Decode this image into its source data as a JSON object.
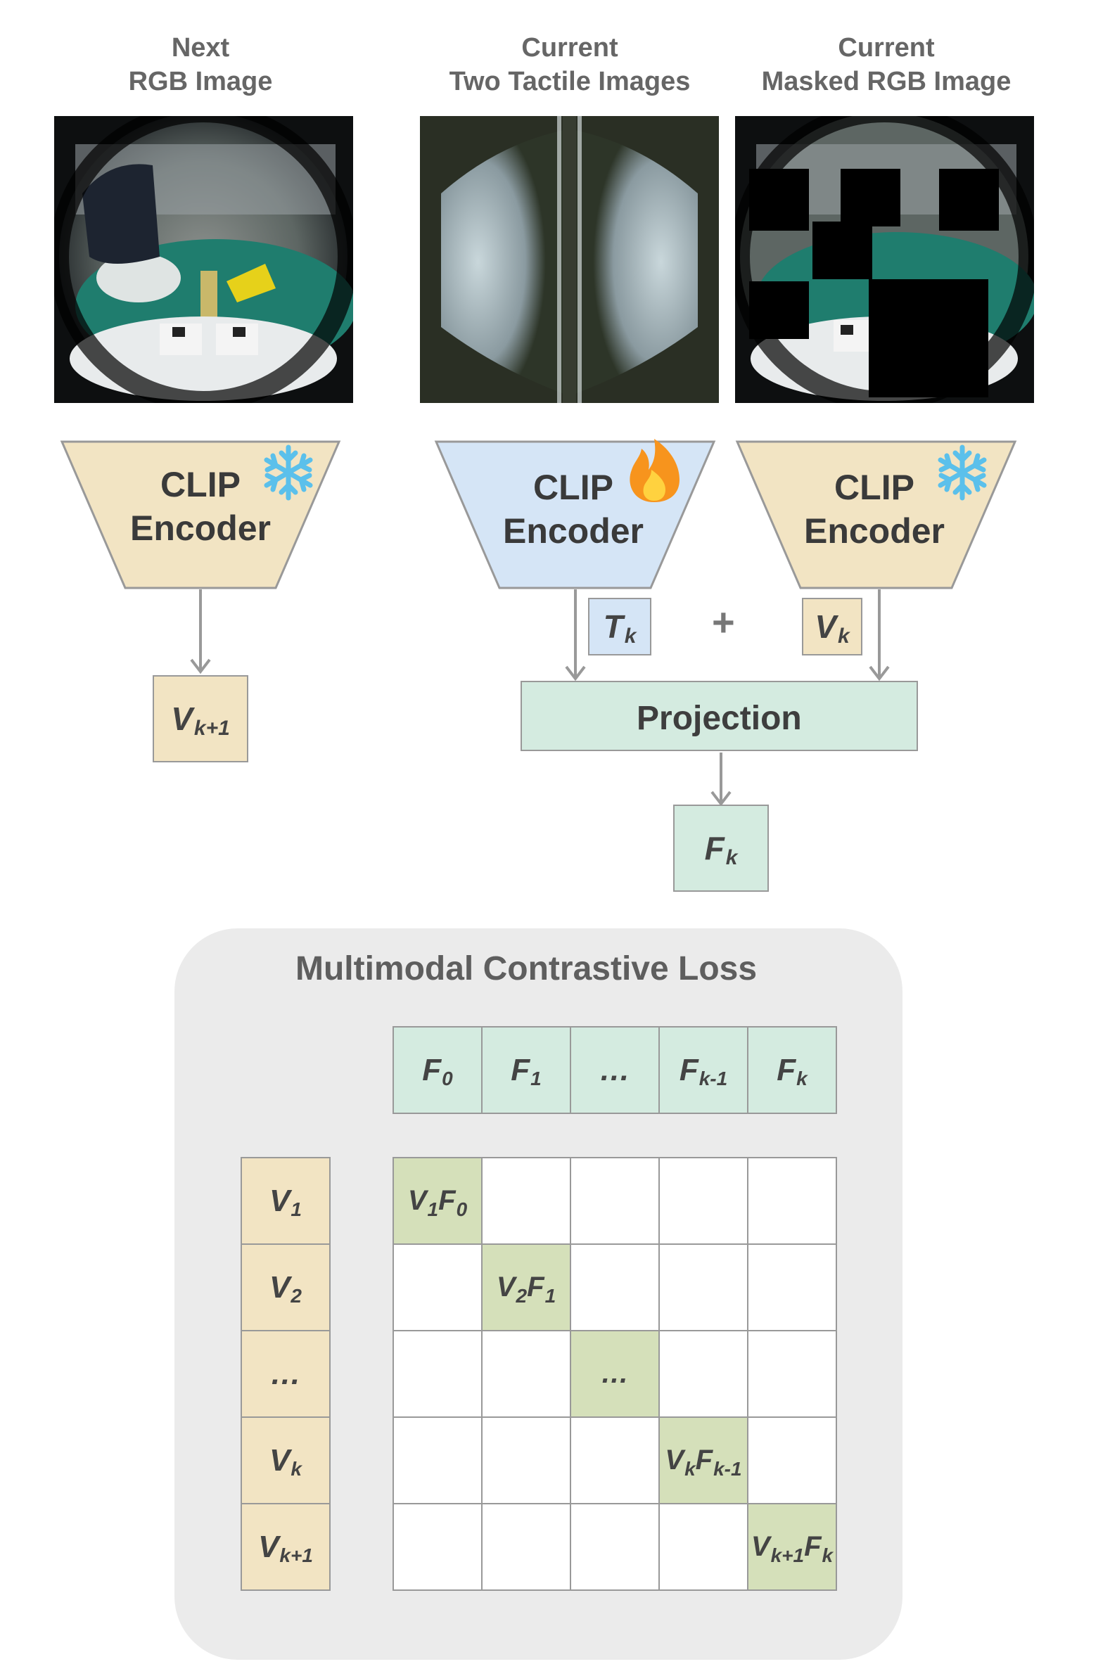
{
  "columns": {
    "left_title": "Next\nRGB Image",
    "middle_title": "Current\nTwo Tactile Images",
    "right_title": "Current\nMasked RGB Image"
  },
  "encoders": {
    "left": {
      "label": "CLIP\nEncoder",
      "state_icon": "snowflake-icon",
      "color": "#f2e4c3"
    },
    "middle": {
      "label": "CLIP\nEncoder",
      "state_icon": "fire-icon",
      "color": "#d5e5f6"
    },
    "right": {
      "label": "CLIP\nEncoder",
      "state_icon": "snowflake-icon",
      "color": "#f2e4c3"
    }
  },
  "tokens": {
    "vk1": {
      "base": "V",
      "sub": "k+1"
    },
    "tk": {
      "base": "T",
      "sub": "k"
    },
    "vk": {
      "base": "V",
      "sub": "k"
    },
    "fk": {
      "base": "F",
      "sub": "k"
    },
    "plus": "+"
  },
  "projection": {
    "label": "Projection",
    "state_icon": "fire-icon"
  },
  "loss_panel": {
    "title": "Multimodal Contrastive Loss",
    "header": [
      {
        "base": "F",
        "sub": "0"
      },
      {
        "base": "F",
        "sub": "1"
      },
      {
        "base": "…",
        "sub": ""
      },
      {
        "base": "F",
        "sub": "k-1"
      },
      {
        "base": "F",
        "sub": "k"
      }
    ],
    "rows": [
      {
        "base": "V",
        "sub": "1"
      },
      {
        "base": "V",
        "sub": "2"
      },
      {
        "base": "…",
        "sub": ""
      },
      {
        "base": "V",
        "sub": "k"
      },
      {
        "base": "V",
        "sub": "k+1"
      }
    ],
    "diagonal": [
      {
        "a": "V",
        "as": "1",
        "b": "F",
        "bs": "0"
      },
      {
        "a": "V",
        "as": "2",
        "b": "F",
        "bs": "1"
      },
      {
        "a": "…",
        "as": "",
        "b": "",
        "bs": ""
      },
      {
        "a": "V",
        "as": "k",
        "b": "F",
        "bs": "k-1"
      },
      {
        "a": "V",
        "as": "k+1",
        "b": "F",
        "bs": "k"
      }
    ]
  },
  "colors": {
    "yellow": "#f2e4c3",
    "blue": "#d5e5f6",
    "green": "#d4ebe0",
    "diag_green": "#d5e0ba",
    "panel_grey": "#ebebeb",
    "arrow_grey": "#999999",
    "snowflake": "#5bc0eb",
    "fire": "#f7941d"
  }
}
